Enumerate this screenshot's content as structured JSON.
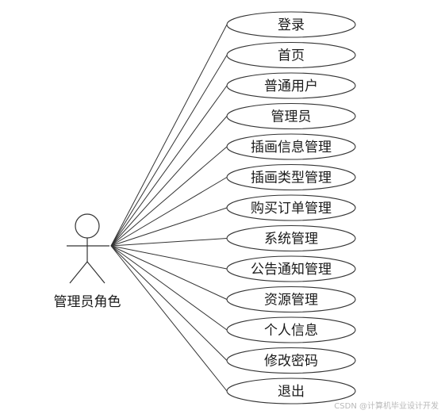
{
  "actor": {
    "label": "管理员角色"
  },
  "use_cases": [
    {
      "label": "登录"
    },
    {
      "label": "首页"
    },
    {
      "label": "普通用户"
    },
    {
      "label": "管理员"
    },
    {
      "label": "插画信息管理"
    },
    {
      "label": "插画类型管理"
    },
    {
      "label": "购买订单管理"
    },
    {
      "label": "系统管理"
    },
    {
      "label": "公告通知管理"
    },
    {
      "label": "资源管理"
    },
    {
      "label": "个人信息"
    },
    {
      "label": "修改密码"
    },
    {
      "label": "退出"
    }
  ],
  "watermark": "CSDN @计算机毕业设计开发",
  "colors": {
    "stroke": "#333333",
    "fill": "#ffffff"
  }
}
